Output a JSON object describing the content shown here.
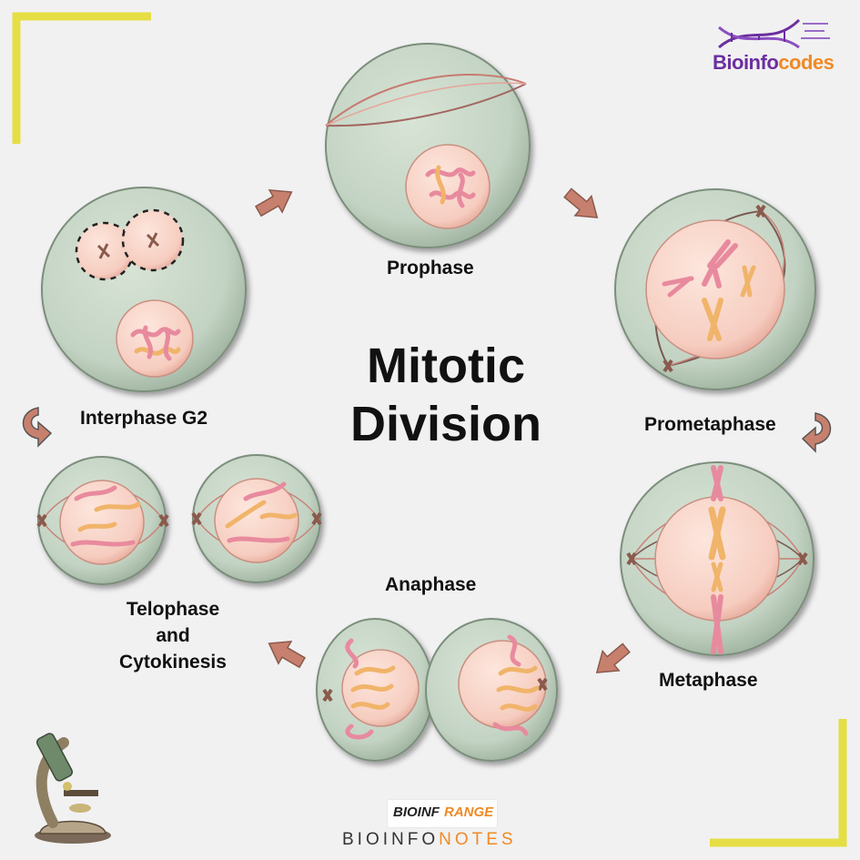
{
  "title_line1": "Mitotic",
  "title_line2": "Division",
  "stages": {
    "prophase": "Prophase",
    "prometaphase": "Prometaphase",
    "metaphase": "Metaphase",
    "anaphase": "Anaphase",
    "interphase": "Interphase G2",
    "telophase_line1": "Telophase",
    "telophase_line2": "and",
    "telophase_line3": "Cytokinesis"
  },
  "brand_top": {
    "part1": "Bioinfo",
    "part2": "codes"
  },
  "brand_bottom": {
    "logo_left": "BIOINF",
    "logo_right": "RANGE",
    "notes_left": "BIOINFO",
    "notes_right": "NOTES"
  },
  "colors": {
    "background": "#f1f1f2",
    "cell": "#c9d8c9",
    "nucleus": "#f7d3c8",
    "chromosome_pink": "#e88a9e",
    "chromosome_orange": "#f0b46a",
    "arrow": "#c8806e",
    "accent_yellow": "#e5de45",
    "brand_purple": "#6b2f9e",
    "brand_orange": "#f08a24"
  }
}
